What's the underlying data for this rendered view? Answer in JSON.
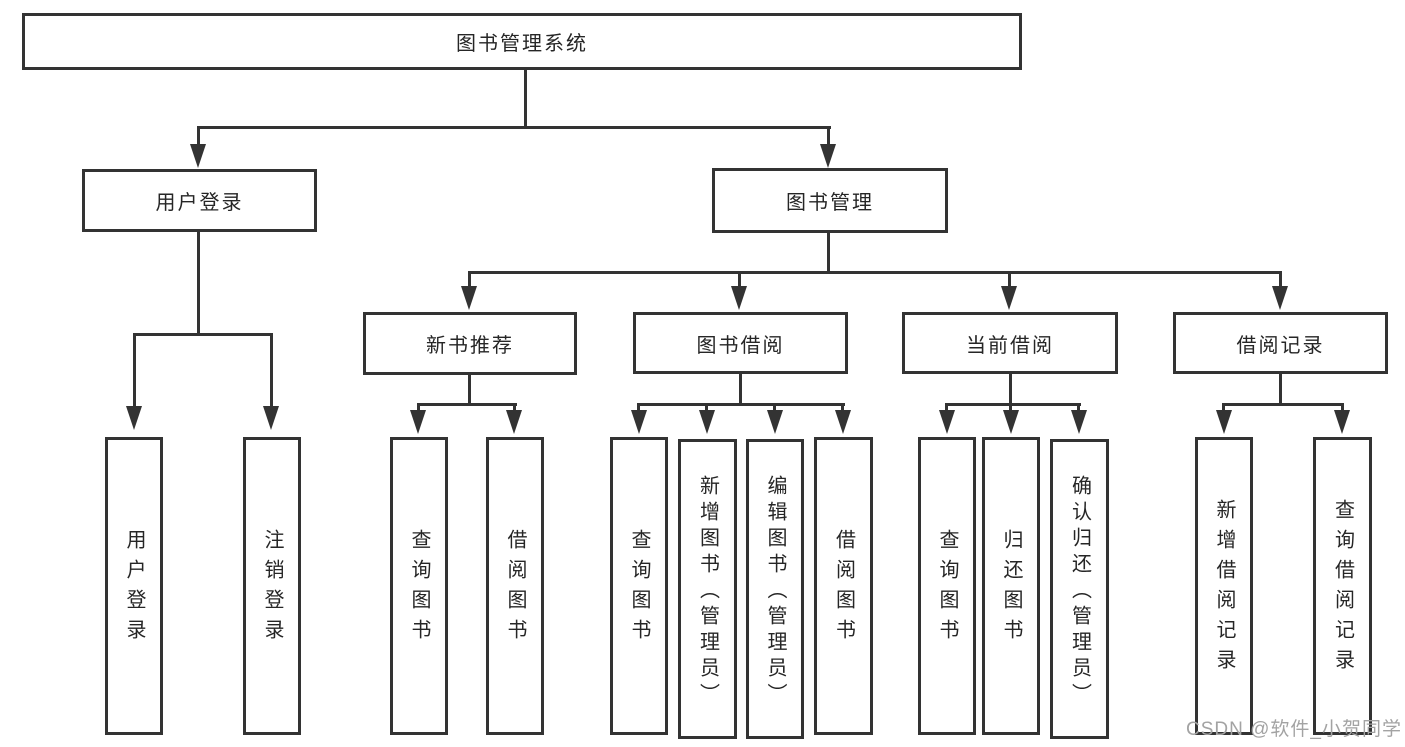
{
  "tree": {
    "label": "图书管理系统",
    "children": [
      {
        "label": "用户登录",
        "children": [
          {
            "label": "用户登录"
          },
          {
            "label": "注销登录"
          }
        ]
      },
      {
        "label": "图书管理",
        "children": [
          {
            "label": "新书推荐",
            "children": [
              {
                "label": "查询图书"
              },
              {
                "label": "借阅图书"
              }
            ]
          },
          {
            "label": "图书借阅",
            "children": [
              {
                "label": "查询图书"
              },
              {
                "label": "新增图书（管理员）"
              },
              {
                "label": "编辑图书（管理员）"
              },
              {
                "label": "借阅图书"
              }
            ]
          },
          {
            "label": "当前借阅",
            "children": [
              {
                "label": "查询图书"
              },
              {
                "label": "归还图书"
              },
              {
                "label": "确认归还（管理员）"
              }
            ]
          },
          {
            "label": "借阅记录",
            "children": [
              {
                "label": "新增借阅记录"
              },
              {
                "label": "查询借阅记录"
              }
            ]
          }
        ]
      }
    ]
  },
  "watermark": "CSDN @软件_小贺同学",
  "colors": {
    "line": "#333333",
    "text": "#262626",
    "background": "#ffffff",
    "watermark": "#a3a3a3"
  }
}
